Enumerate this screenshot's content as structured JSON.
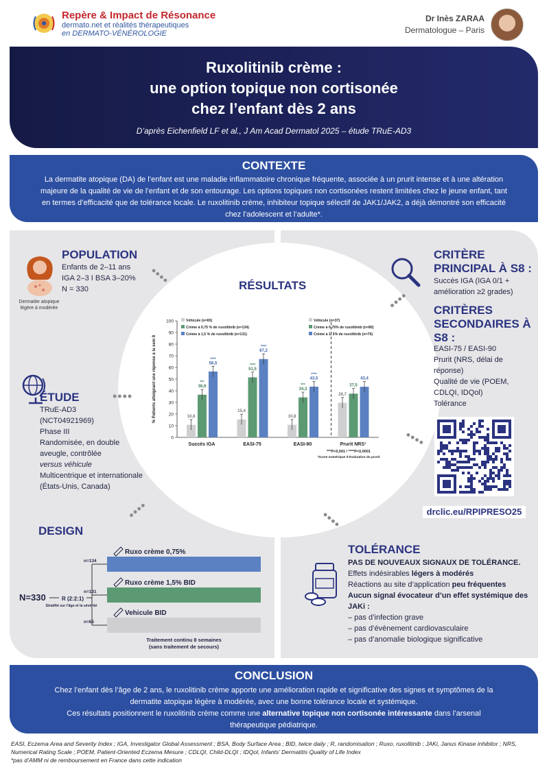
{
  "header": {
    "brand_line1a": "Repère & Impact de Résonance",
    "brand_line2": "dermato.net et réalités thérapeutiques",
    "brand_line3": "en DERMATO-VÉNÉROLOGIE",
    "author_name": "Dr Inès ZARAA",
    "author_role": "Dermatologue – Paris"
  },
  "banner": {
    "title_line1": "Ruxolitinib crème :",
    "title_line2": "une option topique non cortisonée",
    "title_line3": "chez l’enfant dès 2 ans",
    "reference": "D’après Eichenfield LF et al., J Am Acad Dermatol 2025 – étude TRuE-AD3"
  },
  "context": {
    "title": "CONTEXTE",
    "text": "La dermatite atopique (DA) de l’enfant est une maladie inflammatoire chronique fréquente, associée à un prurit intense et à une altération majeure de la qualité de vie de l’enfant et de son entourage. Les options topiques non cortisonées restent limitées chez le jeune enfant, tant en termes d’efficacité que de tolérance locale. Le ruxolitinib crème, inhibiteur topique sélectif de JAK1/JAK2, a déjà démontré son efficacité chez l’adolescent et l’adulte*."
  },
  "population": {
    "title": "POPULATION",
    "lines": [
      "Enfants de 2–11 ans",
      "IGA 2–3 I BSA 3–20%",
      "N = 330"
    ],
    "caption": "Dermatite atopique légère à modérée"
  },
  "etude": {
    "title": "ÉTUDE",
    "lines": [
      "TRuE-AD3",
      "(NCT04921969)",
      "Phase III",
      "Randomisée, en double aveugle, contrôlée",
      "versus véhicule",
      "Multicentrique et internationale",
      "(États-Unis, Canada)"
    ]
  },
  "resultats": {
    "title": "RÉSULTATS"
  },
  "chart_data": {
    "type": "bar",
    "ylabel": "% Patients atteignant une réponse à la sem 8",
    "ylim": [
      0,
      100
    ],
    "yticks": [
      0,
      10,
      20,
      30,
      40,
      50,
      60,
      70,
      80,
      90,
      100
    ],
    "categories": [
      "Succès IGA",
      "EASI-75",
      "EASI-90",
      "Prurit NRS¹"
    ],
    "series": [
      {
        "name": "Véhicule",
        "color": "#cfcfd2",
        "values": [
          10.8,
          15.4,
          10.8,
          29.7
        ],
        "stars": [
          "",
          "",
          "",
          ""
        ]
      },
      {
        "name": "Crème à 0,75 % de ruxolitinib",
        "color": "#5c9a74",
        "values": [
          36.6,
          51.5,
          34.3,
          37.5
        ],
        "stars": [
          "***",
          "****",
          "***",
          ""
        ]
      },
      {
        "name": "Crème à 1,5 % de ruxolitinib",
        "color": "#5b81c2",
        "values": [
          56.5,
          67.2,
          43.5,
          43.4
        ],
        "stars": [
          "****",
          "****",
          "****",
          ""
        ]
      }
    ],
    "legend_left": [
      "Véhicule (n=65)",
      "Crème à 0,75 % de ruxolitinib (n=134)",
      "Crème à 1,5 % de ruxolitinib (n=131)"
    ],
    "legend_right": [
      "Véhicule (n=37)",
      "Crème à 0,75% de ruxolitinib (n=80)",
      "Crème à 1, 5% de ruxolitinib (n=76)"
    ],
    "note1": "***P<0,001 / ****P<0,0001",
    "note2": "¹Score numérique d’évaluation du prurit"
  },
  "critere_principal": {
    "title_line1": "CRITÈRE",
    "title_line2": "PRINCIPAL À S8 :",
    "text": "Succès IGA (IGA 0/1 + amélioration ≥2 grades)"
  },
  "criteres_secondaires": {
    "title_line1": "CRITÈRES",
    "title_line2": "SECONDAIRES À",
    "title_line3": "S8 :",
    "lines": [
      "EASI-75 / EASI-90",
      "Prurit (NRS, délai de réponse)",
      "Qualité de vie (POEM, CDLQI, IDQol)",
      "Tolérance"
    ]
  },
  "qr": {
    "link": "drclic.eu/RPIPRESO25"
  },
  "design": {
    "title": "DESIGN",
    "n_total": "N=330",
    "randomisation": "R (2:2:1)",
    "strat": "Stratifié sur l’âge et la sévérité",
    "arms": [
      {
        "label": "Ruxo crème 0,75%",
        "n": "n=134",
        "color": "#5b81c2"
      },
      {
        "label": "Ruxo crème 1,5% BID",
        "n": "n=131",
        "color": "#5c9a74"
      },
      {
        "label": "Vehicule BID",
        "n": "n=65",
        "color": "#cfcfd2"
      }
    ],
    "treatment_line1": "Traitement continu 8 semaines",
    "treatment_line2": "(sans traitement de secours)"
  },
  "tolerance": {
    "title": "TOLÉRANCE",
    "headline": "PAS DE NOUVEAUX SIGNAUX DE TOLÉRANCE.",
    "l1a": "Effets indésirables ",
    "l1b": "légers à modérés",
    "l2a": "Réactions au site d’application ",
    "l2b": "peu fréquentes",
    "l3": "Aucun signal évocateur d’un effet systémique des JAKi :",
    "bullets": [
      "– pas d’infection grave",
      "– pas d’évènement cardiovasculaire",
      "– pas d’anomalie biologique significative"
    ]
  },
  "conclusion": {
    "title": "CONCLUSION",
    "p1": "Chez l’enfant dès l’âge de 2 ans, le ruxolitinib crème apporte une amélioration rapide et significative des signes et symptômes de la dermatite atopique légère à modérée, avec une bonne tolérance locale et systémique.",
    "p2a": "Ces résultats positionnent le ruxolitinib crème comme une ",
    "p2b": "alternative topique non cortisonée intéressante",
    "p2c": " dans l’arsenal thérapeutique pédiatrique."
  },
  "footnotes": {
    "abbrev": "EASI, Eczema Area and Severity Index ; IGA, Investigator Global Assessment ; BSA, Body Surface Area ; BID, twice daily ; R, randomisation ; Ruxo, ruxolitinib ; JAKi, Janus Kinase inhibitor ; NRS, Numerical Rating Scale ; POEM, Patient-Oriented Eczema Mesure ; CDLQI, Child-DLQI ; IDQol, Infants’ Dermatitis Quality of Life Index",
    "amm": "*pas d’AMM ni de remboursement en France dans cette indication"
  }
}
